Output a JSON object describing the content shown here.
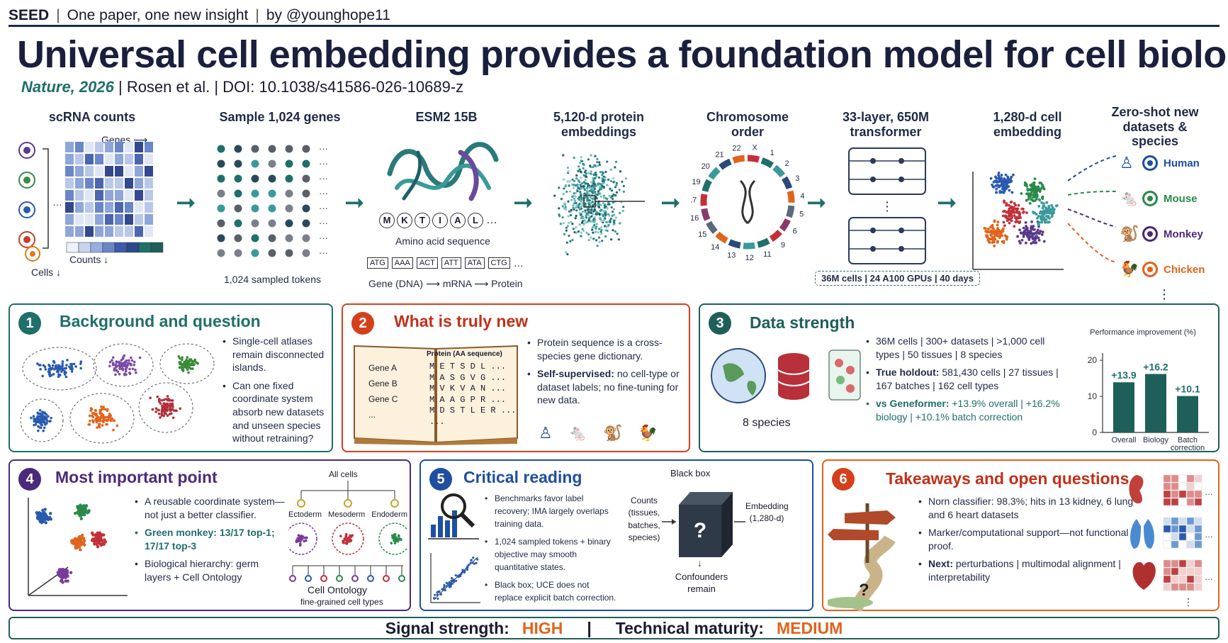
{
  "header": {
    "brand": "SEED",
    "tagline": "One paper, one new insight",
    "author": "by @younghope11",
    "title": "Universal cell embedding provides a foundation model for cell biology",
    "journal": "Nature, 2026",
    "authors": "Rosen et al.",
    "doi": "DOI: 10.1038/s41586-026-10689-z"
  },
  "pipeline": {
    "stage1": "scRNA counts",
    "genes_label": "Genes",
    "counts_label": "Counts",
    "cells_label": "Cells",
    "stage2": "Sample 1,024 genes",
    "sampled_tokens": "1,024 sampled tokens",
    "stage3": "ESM2 15B",
    "aa_letters": [
      "M",
      "K",
      "T",
      "I",
      "A",
      "L"
    ],
    "aa_label": "Amino acid sequence",
    "codons": [
      "ATG",
      "AAA",
      "ACT",
      "ATT",
      "ATA",
      "CTG"
    ],
    "dna_flow": "Gene (DNA) ⟶ mRNA ⟶ Protein",
    "stage4": "5,120-d protein embeddings",
    "stage5": "Chromosome order",
    "chromosomes": [
      "X",
      "1",
      "2",
      "3",
      "4",
      "5",
      "6",
      "9",
      "11",
      "12",
      "13",
      "14",
      "15",
      "16",
      "17",
      "19",
      "20",
      "21",
      "22"
    ],
    "stage6": "33-layer, 650M transformer",
    "training": "36M cells | 24 A100 GPUs | 40 days",
    "stage7": "1,280-d cell embedding",
    "stage8": "Zero-shot new datasets & species",
    "species": [
      "Human",
      "Mouse",
      "Monkey",
      "Chicken"
    ]
  },
  "panel1": {
    "num": "1",
    "title": "Background and question",
    "bullets": [
      "Single-cell atlases remain disconnected islands.",
      "Can one fixed coordinate system absorb new datasets and unseen species without retraining?"
    ]
  },
  "panel2": {
    "num": "2",
    "title": "What is truly new",
    "book_header": "Protein (AA sequence)",
    "genes": [
      "Gene A",
      "Gene B",
      "Gene C",
      "..."
    ],
    "seqs": [
      "M E T S D L ...",
      "M A S G V G ...",
      "M V K V A N ...",
      "M A A G P R ...",
      "M D S T L E R ...",
      "..."
    ],
    "bullet1": "Protein sequence is a cross-species gene dictionary.",
    "bullet2_bold": "Self-supervised:",
    "bullet2_rest": " no cell-type or dataset labels; no fine-tuning for new data."
  },
  "panel3": {
    "num": "3",
    "title": "Data strength",
    "species_caption": "8 species",
    "line1": "36M cells | 300+ datasets | >1,000 cell types | 50 tissues | 8 species",
    "holdout_bold": "True holdout:",
    "holdout_rest": " 581,430 cells | 27 tissues | 167 batches | 162 cell types",
    "vs_bold": "vs Geneformer:",
    "vs_rest": " +13.9% overall | +16.2% biology | +10.1% batch correction"
  },
  "panel4": {
    "num": "4",
    "title": "Most important point",
    "bullets": [
      "A reusable coordinate system—not just a better classifier.",
      "Green monkey: 13/17 top-1; 17/17 top-3",
      "Biological hierarchy: germ layers + Cell Ontology"
    ],
    "tree_root": "All cells",
    "tree_children": [
      "Ectoderm",
      "Mesoderm",
      "Endoderm"
    ],
    "tree_caption": "Cell Ontology",
    "tree_subcaption": "fine-grained cell types"
  },
  "panel5": {
    "num": "5",
    "title": "Critical reading",
    "bullets": [
      "Benchmarks favor label recovery; IMA largely overlaps training data.",
      "1,024 sampled tokens + binary objective may smooth quantitative states.",
      "Black box; UCE does not replace explicit batch correction."
    ],
    "box_label": "Black box",
    "box_mark": "?",
    "inputs": "Counts (tissues, batches, species)",
    "output": "Embedding (1,280-d)",
    "confounders": "Confounders remain"
  },
  "panel6": {
    "num": "6",
    "title": "Takeaways and open questions",
    "bullets": [
      "Norn classifier: 98.3%; hits in 13 kidney, 6 lung and 6 heart datasets",
      "Marker/computational support—not functional proof."
    ],
    "next_bold": "Next:",
    "next_rest": " perturbations | multimodal alignment | interpretability",
    "road_mark": "?"
  },
  "footer": {
    "signal_label": "Signal strength:",
    "signal_value": "HIGH",
    "divider": "|",
    "maturity_label": "Technical maturity:",
    "maturity_value": "MEDIUM"
  },
  "colors": {
    "teal": "#1f6f6a",
    "navy": "#1d2a4a",
    "orange_red": "#d5401c",
    "purple": "#4a2a7a",
    "blue": "#1e4fa0",
    "highlight": "#e0641c"
  },
  "chart_data": {
    "type": "bar",
    "title": "Performance improvement (%)",
    "categories": [
      "Overall",
      "Biology",
      "Batch correction"
    ],
    "values": [
      13.9,
      16.2,
      10.1
    ],
    "data_labels": [
      "+13.9",
      "+16.2",
      "+10.1"
    ],
    "yticks": [
      0,
      10,
      20
    ],
    "ylim": [
      0,
      22
    ]
  }
}
